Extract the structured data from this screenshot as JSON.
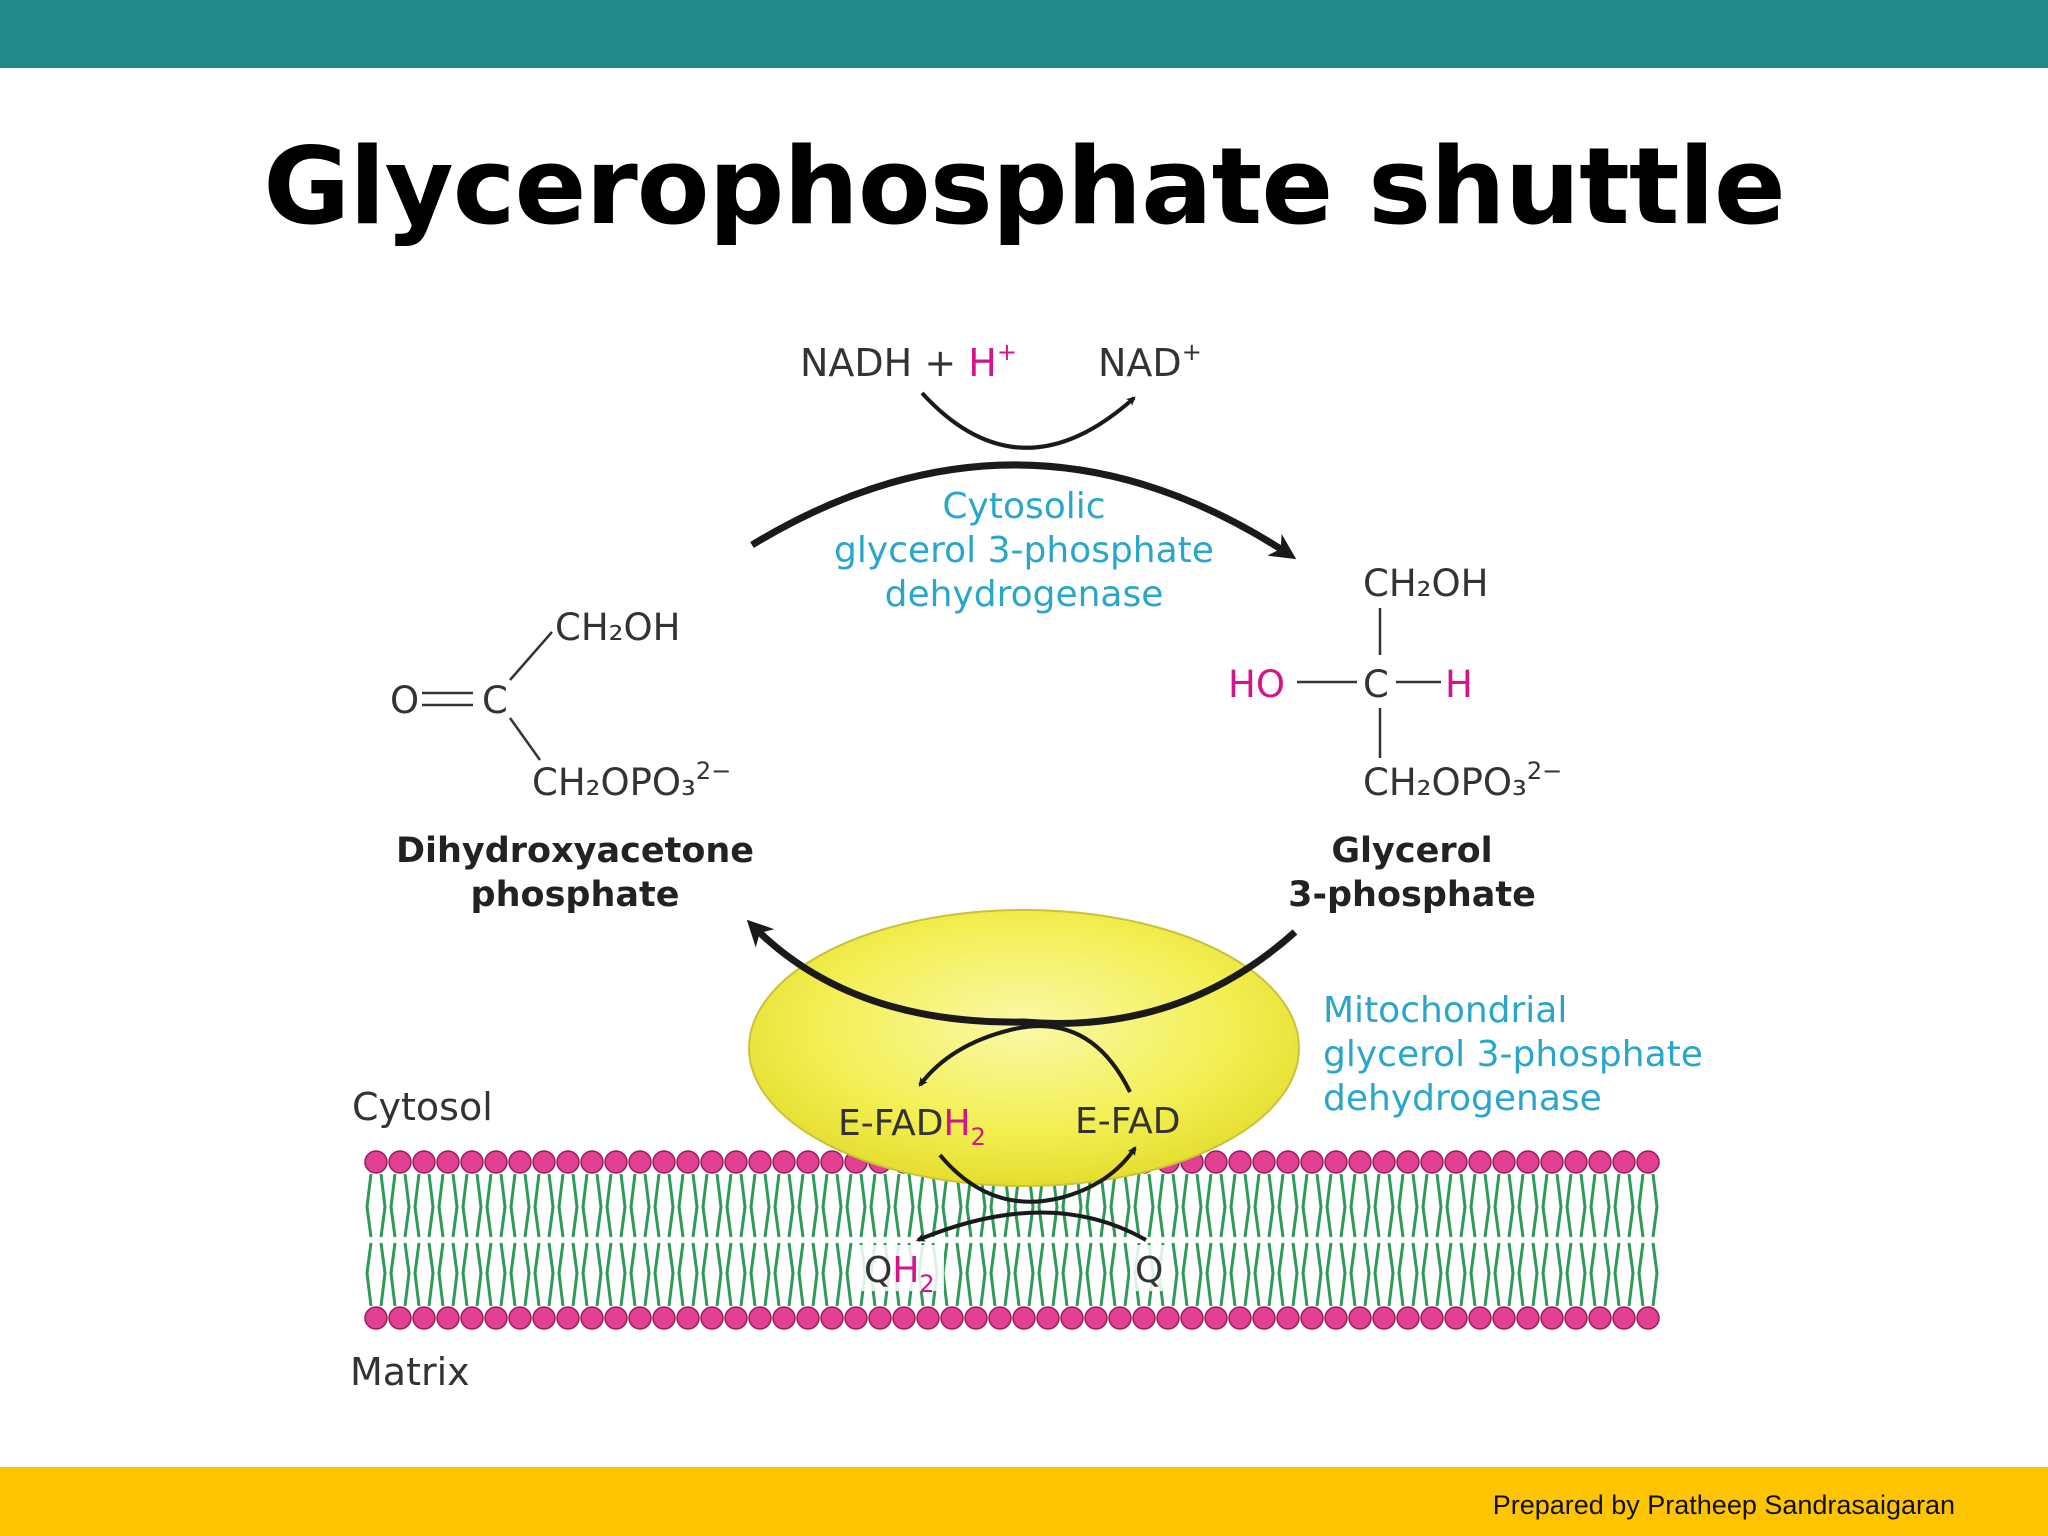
{
  "slide": {
    "title": "Glycerophosphate shuttle",
    "credit": "Prepared by Pratheep Sandrasaigaran",
    "colors": {
      "top_bar": "#228b8a",
      "bottom_bar": "#fec400",
      "enzyme_text": "#2aa6cc",
      "highlight_h": "#d4148a",
      "lipid_head": "#e0408f",
      "lipid_tail": "#2e9a58",
      "enzyme_blob": "#f2ee50"
    }
  },
  "diagram": {
    "cofactors": {
      "nadh": "NADH",
      "plus1": " + ",
      "h": "H",
      "hplus": "H",
      "plus_sign": "+",
      "nad": "NAD",
      "nad_plus": "+"
    },
    "cytosolic_enzyme": {
      "line1": "Cytosolic",
      "line2": "glycerol 3-phosphate",
      "line3": "dehydrogenase"
    },
    "dhap": {
      "top": "CH₂OH",
      "o": "O",
      "c": "C",
      "bottom": "CH₂OPO₃",
      "charge": "2−",
      "name_line1": "Dihydroxyacetone",
      "name_line2": "phosphate"
    },
    "g3p": {
      "top": "CH₂OH",
      "ho": "HO",
      "c": "C",
      "h": "H",
      "bottom": "CH₂OPO₃",
      "charge": "2−",
      "name_line1": "Glycerol",
      "name_line2": "3-phosphate"
    },
    "mito_enzyme": {
      "line1": "Mitochondrial",
      "line2": "glycerol 3-phosphate",
      "line3": "dehydrogenase"
    },
    "efadh2": {
      "base": "E-FAD",
      "h": "H",
      "sub": "2"
    },
    "efad": "E-FAD",
    "qh2": {
      "q": "Q",
      "h": "H",
      "sub": "2"
    },
    "q": "Q",
    "cytosol": "Cytosol",
    "matrix": "Matrix"
  }
}
